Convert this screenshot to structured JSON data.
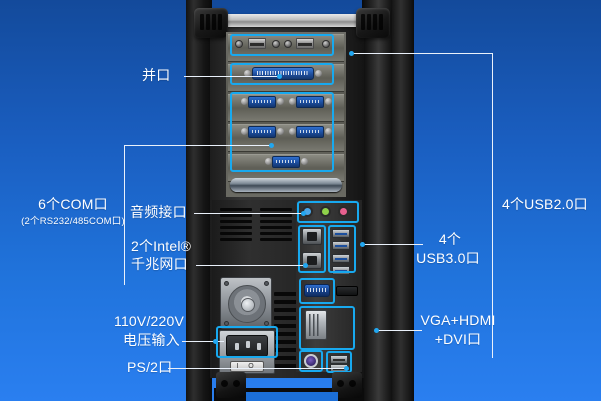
{
  "scene": {
    "title": "Industrial PC Rear Panel Port Callout Diagram",
    "background_top_color": "#134a9b",
    "background_bottom_color": "#2a7ff0",
    "line_color": "#eaf1fb",
    "highlight_color": "#18a9ef"
  },
  "annotations": {
    "parallel_port": {
      "label": "并口"
    },
    "com_ports": {
      "label": "6个COM口",
      "sublabel": "(2个RS232/485COM口)"
    },
    "audio": {
      "label": "音频接口"
    },
    "lan": {
      "line1": "2个Intel®",
      "line2": "千兆网口"
    },
    "power_input": {
      "line1": "110V/220V",
      "line2": "电压输入"
    },
    "ps2": {
      "label": "PS/2口"
    },
    "usb30": {
      "line1": "4个",
      "line2": "USB3.0口"
    },
    "video": {
      "line1": "VGA+HDMI",
      "line2": "+DVI口"
    },
    "usb20": {
      "label": "4个USB2.0口"
    }
  },
  "hardware": {
    "audio_jacks": [
      {
        "name": "line-in",
        "color": "#4aa6e8"
      },
      {
        "name": "line-out",
        "color": "#8fd14a"
      },
      {
        "name": "microphone",
        "color": "#e8608f"
      }
    ],
    "power_switch_marks": "I O"
  }
}
